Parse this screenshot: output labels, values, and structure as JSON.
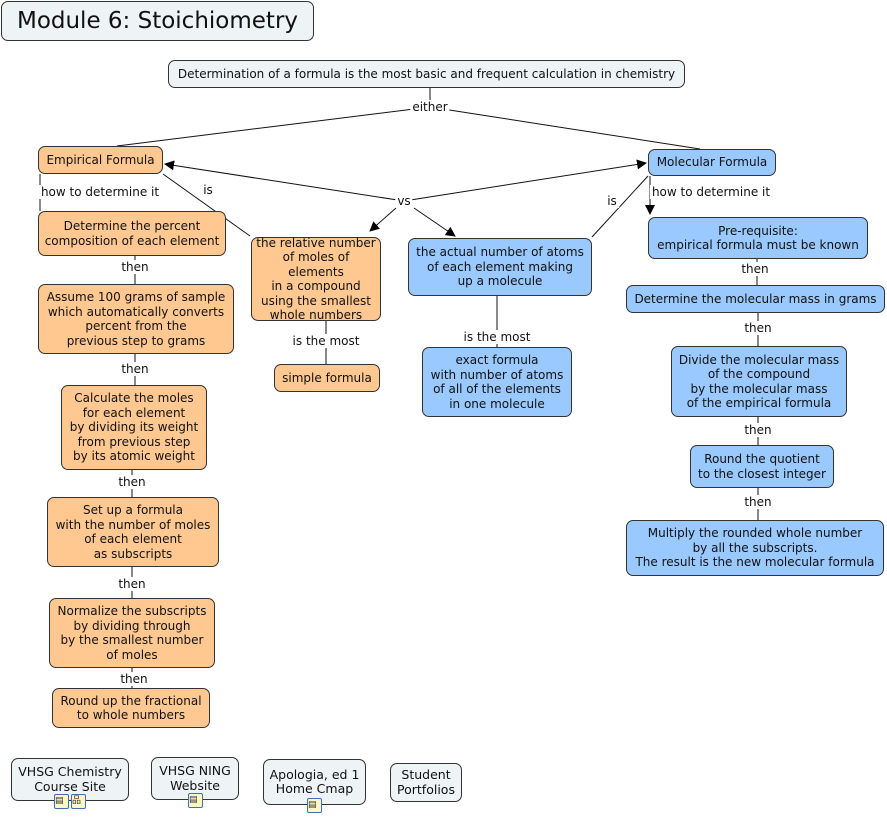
{
  "title": "Module 6: Stoichiometry",
  "nodes": {
    "top": "Determination of a formula is the most basic and frequent calculation in chemistry",
    "empirical": "Empirical Formula",
    "molecular": "Molecular Formula",
    "e1": "Determine the percent\ncomposition of each element",
    "e2": "Assume 100 grams of sample\nwhich automatically converts\npercent from the\nprevious step to grams",
    "e3": "Calculate the moles\nfor each element\nby dividing its weight\nfrom previous step\nby its atomic weight",
    "e4": "Set up a formula\nwith the number of moles\nof each element\nas subscripts",
    "e5": "Normalize the subscripts\nby dividing through\nby the smallest number\nof moles",
    "e6": "Round up the fractional\nto whole numbers",
    "relative": "the relative number\nof moles of elements\nin a compound\nusing the smallest\nwhole numbers",
    "simple": "simple formula",
    "actual": "the actual number of atoms\nof each element making\nup a molecule",
    "exact": "exact formula\nwith number of atoms\nof all of the elements\nin one molecule",
    "prereq": "Pre-requisite:\nempirical formula must be known",
    "m1": "Determine the molecular mass in grams",
    "m2": "Divide the molecular mass\nof the compound\nby the molecular mass\nof the empirical formula",
    "m3": "Round the quotient\nto the closest integer",
    "m4": "Multiply the rounded whole number\nby all the subscripts.\nThe result is the new molecular formula"
  },
  "labels": {
    "either": "either",
    "how": "how to determine it",
    "is": "is",
    "vs": "vs",
    "then": "then",
    "most": "is the most"
  },
  "links": [
    {
      "label": "VHSG Chemistry\nCourse Site",
      "icons": [
        "document-icon",
        "cmap-icon"
      ]
    },
    {
      "label": "VHSG NING\nWebsite",
      "icons": [
        "document-icon"
      ]
    },
    {
      "label": "Apologia, ed 1\nHome Cmap",
      "icons": [
        "document-icon"
      ]
    },
    {
      "label": "Student\nPortfolios",
      "icons": []
    }
  ],
  "colors": {
    "empirical": "#ffc891",
    "molecular": "#99c9ff",
    "resource": "#eef3f5"
  }
}
